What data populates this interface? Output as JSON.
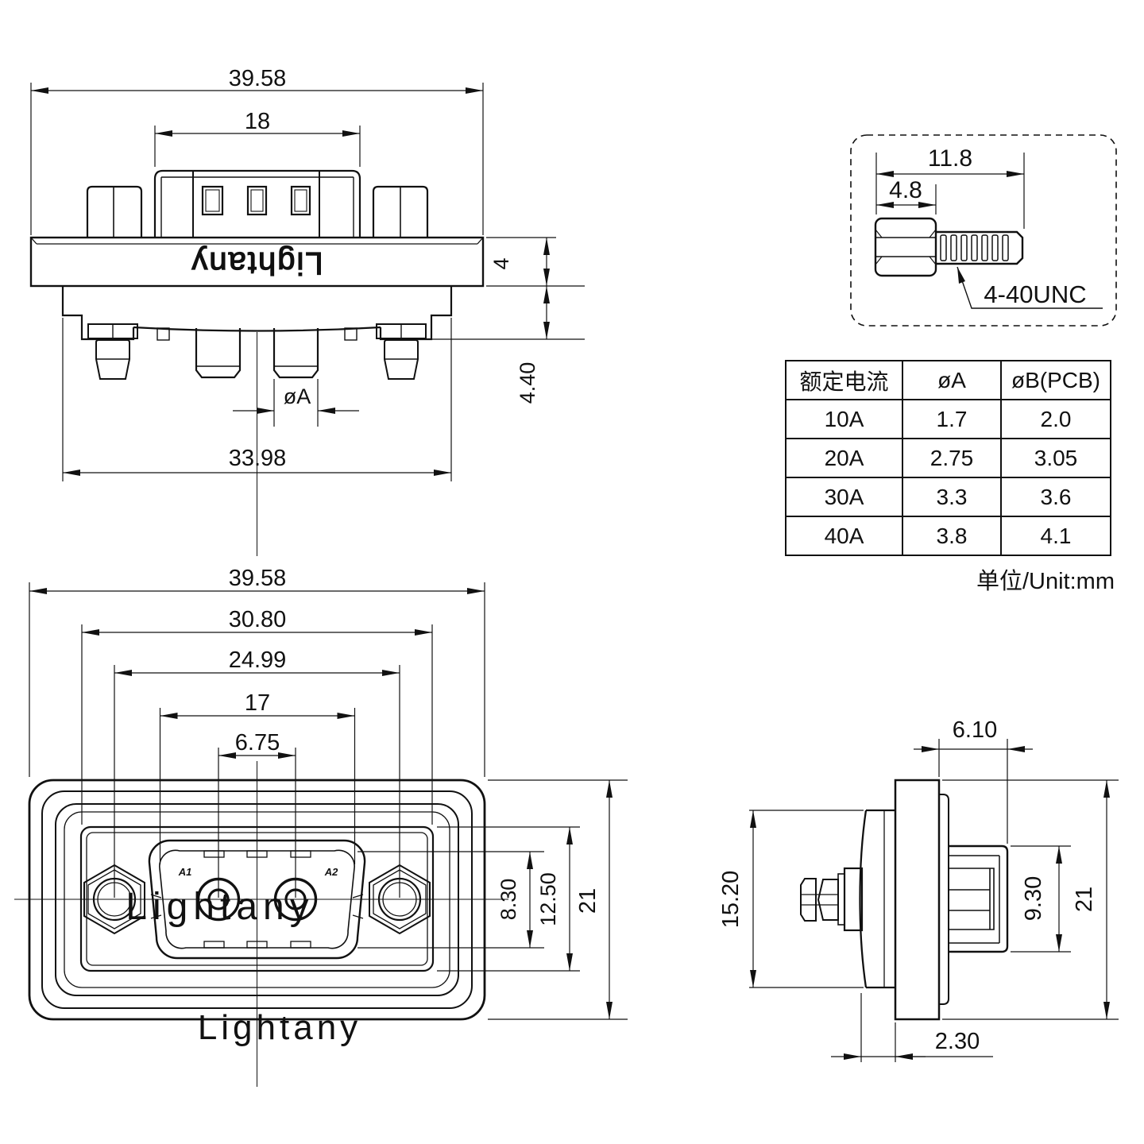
{
  "top_view": {
    "dim_overall": "39.58",
    "dim_shell": "18",
    "dim_flange_thickness": "4",
    "dim_tail": "4.40",
    "dim_pin_diameter": "øA",
    "dim_body": "33.98",
    "logo": "Lightany"
  },
  "screw": {
    "dim_total_length": "11.8",
    "dim_hex_length": "4.8",
    "thread_label": "4-40UNC"
  },
  "table": {
    "headers": [
      "额定电流",
      "øA",
      "øB(PCB)"
    ],
    "rows": [
      [
        "10A",
        "1.7",
        "2.0"
      ],
      [
        "20A",
        "2.75",
        "3.05"
      ],
      [
        "30A",
        "3.3",
        "3.6"
      ],
      [
        "40A",
        "3.8",
        "4.1"
      ]
    ],
    "unit_note": "单位/Unit:mm"
  },
  "front_view": {
    "dim_overall": "39.58",
    "dim_face": "30.80",
    "dim_mount_pitch": "24.99",
    "dim_shell": "17",
    "dim_contact_pitch": "6.75",
    "dim_shell_height": "8.30",
    "dim_face_height": "12.50",
    "dim_height": "21",
    "label_a1": "A1",
    "label_a2": "A2",
    "watermark": "Lightany",
    "watermark2": "Lightany"
  },
  "side_view": {
    "dim_front": "6.10",
    "dim_body_height": "15.20",
    "dim_shell_height": "9.30",
    "dim_height": "21",
    "dim_flange_thickness": "2.30"
  }
}
